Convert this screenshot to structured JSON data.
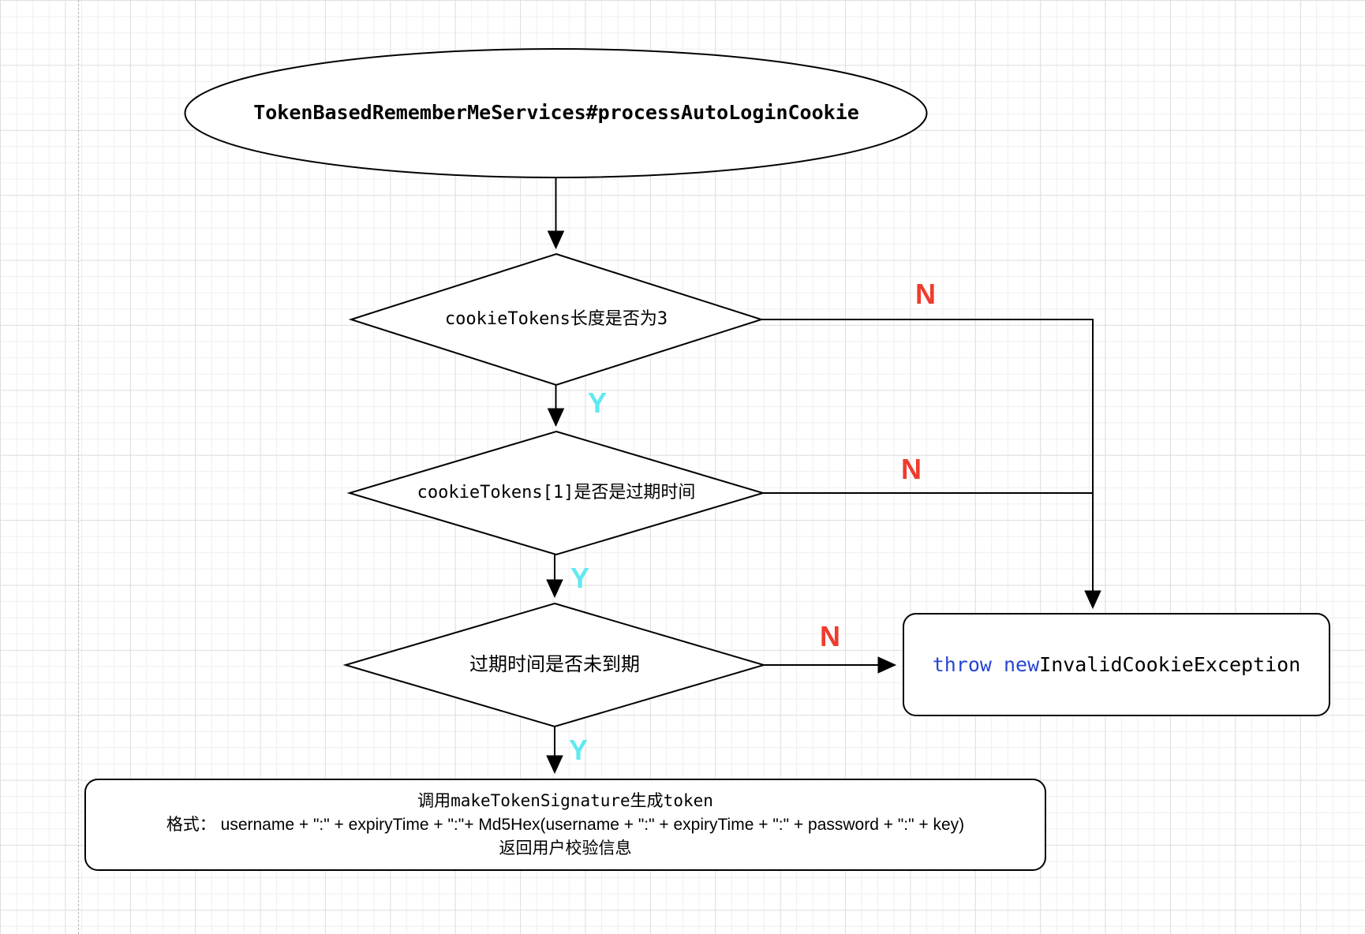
{
  "diagram": {
    "start_node": {
      "label": "TokenBasedRememberMeServices#processAutoLoginCookie"
    },
    "decisions": [
      {
        "label": "cookieTokens长度是否为3"
      },
      {
        "label": "cookieTokens[1]是否是过期时间"
      },
      {
        "label": "过期时间是否未到期"
      }
    ],
    "exception_node": {
      "keyword": "throw new ",
      "exception": "InvalidCookieException"
    },
    "result_node": {
      "line1_cn1": "调用",
      "line1_code1": "makeTokenSignature",
      "line1_cn2": "生成",
      "line1_code2": "token",
      "line2": "格式： username + \":\" + expiryTime + \":\"+ Md5Hex(username + \":\" + expiryTime + \":\" + password + \":\" + key)",
      "line3": "返回用户校验信息"
    },
    "edge_labels": {
      "yes": "Y",
      "no": "N"
    },
    "colors": {
      "yes_label": "#5FE9F0",
      "no_label": "#EF3B2D",
      "code_blue": "#2945D2",
      "shape_stroke": "#000000",
      "shape_fill": "#FFFFFF"
    }
  }
}
